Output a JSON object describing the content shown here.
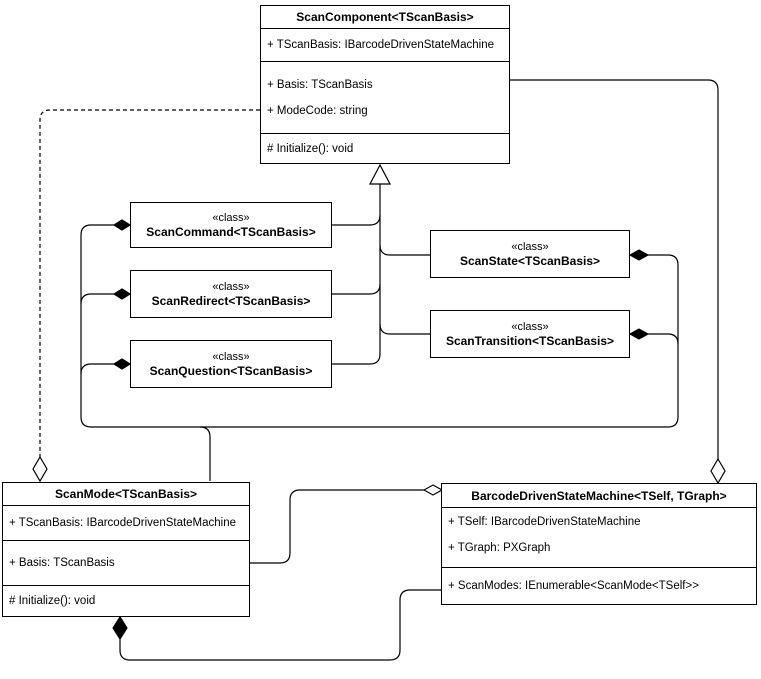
{
  "diagram": {
    "kind": "uml-class-diagram",
    "colors": {
      "line": "#000000",
      "background": "#ffffff",
      "box_fill": "#ffffff",
      "text": "#000000"
    }
  },
  "classes": {
    "scanComponent": {
      "name": "ScanComponent<TScanBasis>",
      "typeParam": "+ TScanBasis: IBarcodeDrivenStateMachine",
      "attrBasis": "+ Basis: TScanBasis",
      "attrModeCode": "+ ModeCode: string",
      "methodInitialize": "# Initialize(): void"
    },
    "scanCommand": {
      "stereotype": "«class»",
      "name": "ScanCommand<TScanBasis>"
    },
    "scanRedirect": {
      "stereotype": "«class»",
      "name": "ScanRedirect<TScanBasis>"
    },
    "scanQuestion": {
      "stereotype": "«class»",
      "name": "ScanQuestion<TScanBasis>"
    },
    "scanState": {
      "stereotype": "«class»",
      "name": "ScanState<TScanBasis>"
    },
    "scanTransition": {
      "stereotype": "«class»",
      "name": "ScanTransition<TScanBasis>"
    },
    "scanMode": {
      "name": "ScanMode<TScanBasis>",
      "typeParam": "+ TScanBasis: IBarcodeDrivenStateMachine",
      "attrBasis": "+ Basis: TScanBasis",
      "methodInitialize": "# Initialize(): void"
    },
    "barcodeDrivenStateMachine": {
      "name": "BarcodeDrivenStateMachine<TSelf, TGraph>",
      "typeParamSelf": "+ TSelf: IBarcodeDrivenStateMachine",
      "typeParamGraph": "+ TGraph: PXGraph",
      "attrScanModes": "+ ScanModes: IEnumerable<ScanMode<TSelf>>"
    }
  }
}
